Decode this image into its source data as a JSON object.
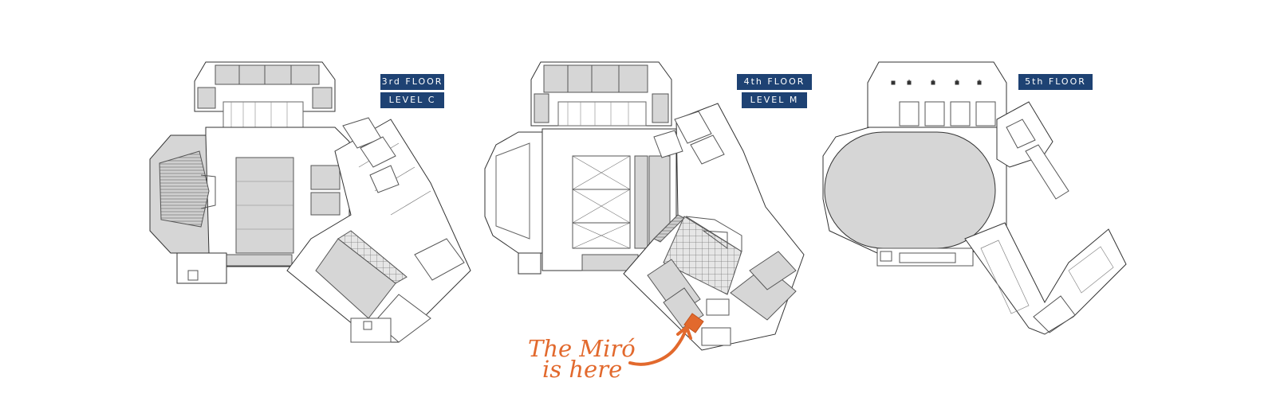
{
  "floors": [
    {
      "name": "third-floor",
      "labels": [
        "3rd FLOOR",
        "LEVEL C"
      ]
    },
    {
      "name": "fourth-floor",
      "labels": [
        "4th FLOOR",
        "LEVEL M"
      ]
    },
    {
      "name": "fifth-floor",
      "labels": [
        "5th FLOOR"
      ]
    }
  ],
  "callout": {
    "line1": "The Miró",
    "line2": "is here"
  },
  "colors": {
    "label_bg": "#1e4273",
    "label_text": "#ffffff",
    "accent": "#e2692d",
    "room_fill": "#d6d6d6",
    "wall": "#333333"
  }
}
